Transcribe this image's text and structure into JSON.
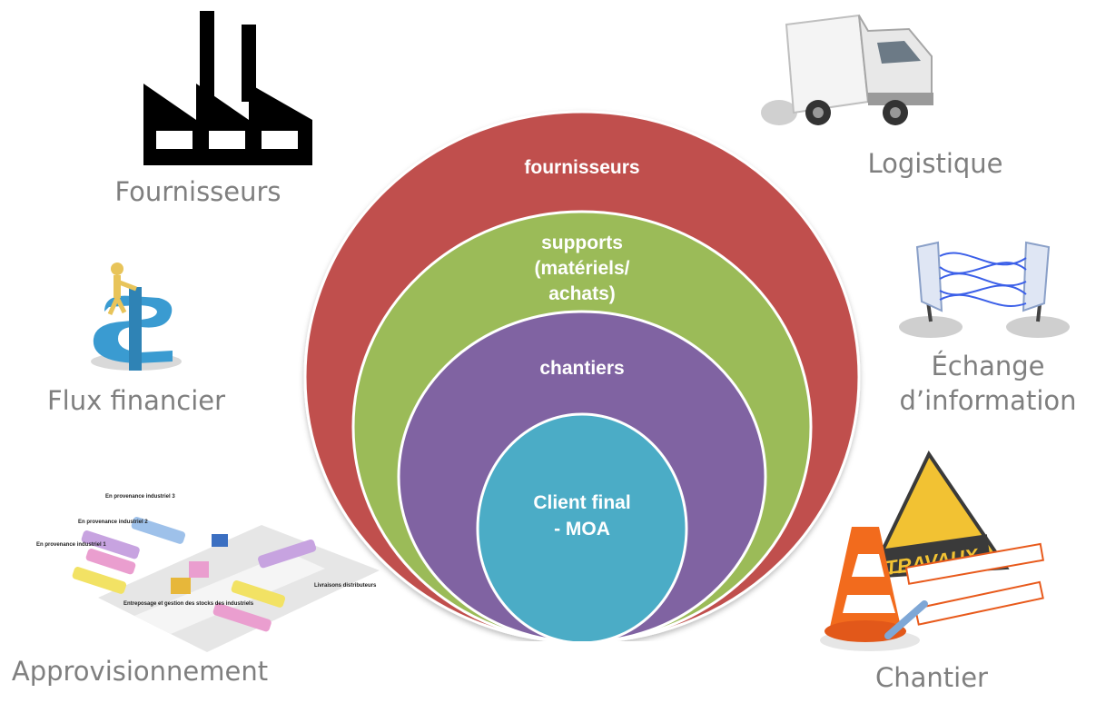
{
  "rings": {
    "outer": "fournisseurs",
    "second": [
      "supports",
      "(matériels/",
      "achats)"
    ],
    "third": "chantiers",
    "core": [
      "Client final",
      "- MOA"
    ]
  },
  "captions": {
    "fournisseurs": "Fournisseurs",
    "flux": "Flux financier",
    "appro": "Approvisionnement",
    "logistique": "Logistique",
    "echange_1": "Échange",
    "echange_2": "d’information",
    "chantier": "Chantier"
  },
  "appro_image": {
    "labels": [
      "En provenance industriel 3",
      "En provenance industriel 2",
      "En provenance industriel 1",
      "Livraisons distributeurs",
      "Entreposage et gestion des stocks des industriels"
    ]
  },
  "chantier_sign": "TRAVAUX",
  "colors": {
    "outer_ring": "#c0504d",
    "second_ring": "#9bbb59",
    "third_ring": "#8064a2",
    "core": "#4bacc6",
    "caption_text": "#7f7f7f"
  },
  "icons": [
    "factory-icon",
    "finance-icon",
    "supply-chain-icon",
    "truck-icon",
    "information-exchange-icon",
    "construction-icon"
  ]
}
